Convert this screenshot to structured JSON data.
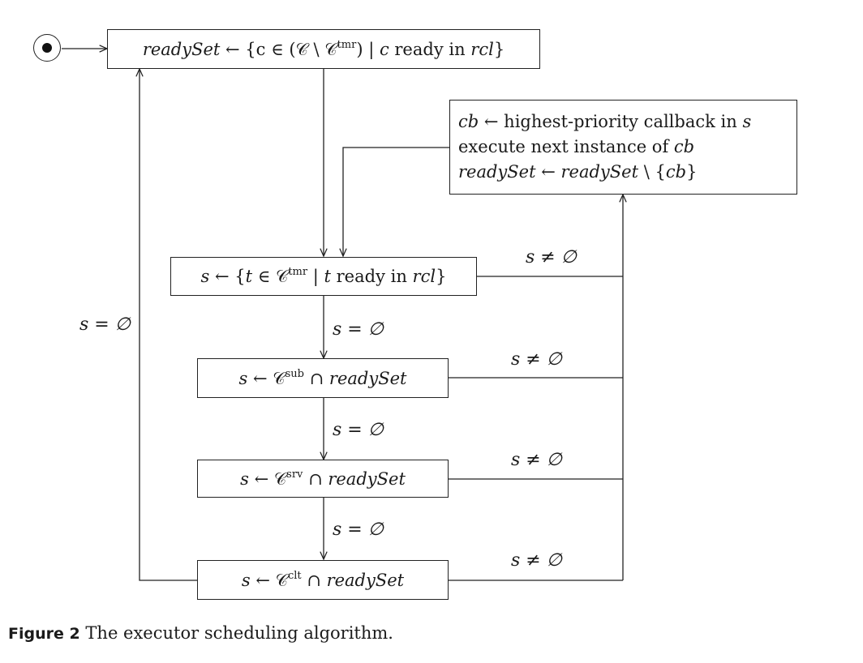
{
  "nodes": {
    "init": {
      "lhs": "readySet",
      "arrow": " ← {c ∈ (𝒞 \\ 𝒞",
      "sup": "tmr",
      "rest": ") | ",
      "c": "c",
      "ready": " ready in ",
      "rcl": "rcl",
      "close": "}"
    },
    "execute": {
      "line1_var": "cb",
      "line1_rest": " ← highest-priority callback in ",
      "line1_s": "s",
      "line2_text": "execute next instance of ",
      "line2_var": "cb",
      "line3_lhs": "readySet",
      "line3_mid": " ← ",
      "line3_rhs": "readySet",
      "line3_rest": " \\ {",
      "line3_var": "cb",
      "line3_close": "}"
    },
    "timers": {
      "s": "s",
      "arrow": " ← {",
      "t": "t",
      "in": " ∈ 𝒞",
      "sup": "tmr",
      "bar": " | ",
      "t2": "t",
      "ready": " ready in ",
      "rcl": "rcl",
      "close": "}"
    },
    "subs": {
      "s": "s",
      "arrow": " ← 𝒞",
      "sup": "sub",
      "cap": " ∩ ",
      "rs": "readySet"
    },
    "srvs": {
      "s": "s",
      "arrow": " ← 𝒞",
      "sup": "srv",
      "cap": " ∩ ",
      "rs": "readySet"
    },
    "clts": {
      "s": "s",
      "arrow": " ← 𝒞",
      "sup": "clt",
      "cap": " ∩ ",
      "rs": "readySet"
    }
  },
  "edge_labels": {
    "empty": "s = ∅",
    "nonempty": "s ≠ ∅"
  },
  "caption": {
    "figure": "Figure 2",
    "text": "The executor scheduling algorithm."
  }
}
